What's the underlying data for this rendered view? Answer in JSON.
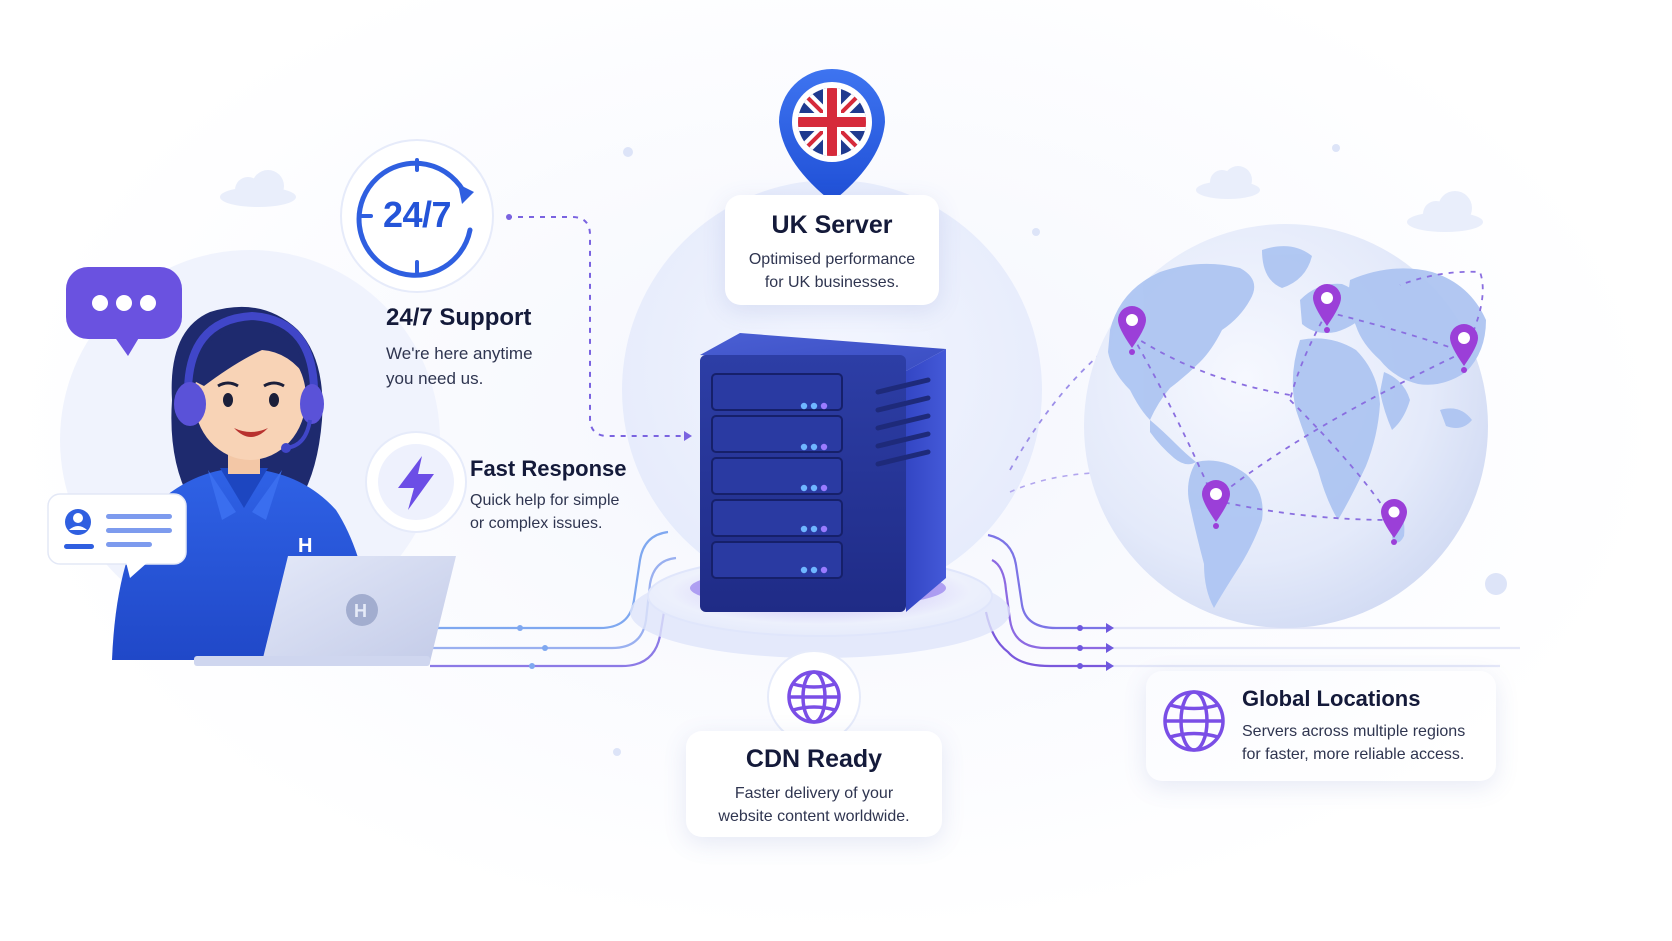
{
  "support": {
    "clock_text": "24/7",
    "title": "24/7 Support",
    "desc_line1": "We're here anytime",
    "desc_line2": "you need us.",
    "chat_dots": "•••",
    "agent_logo_letter": "H"
  },
  "fast_response": {
    "title": "Fast Response",
    "desc_line1": "Quick help for simple",
    "desc_line2": "or complex issues."
  },
  "uk_server": {
    "title": "UK Server",
    "desc_line1": "Optimised performance",
    "desc_line2": "for UK businesses."
  },
  "cdn": {
    "title": "CDN Ready",
    "desc_line1": "Faster delivery of your",
    "desc_line2": "website content worldwide."
  },
  "global": {
    "title": "Global Locations",
    "desc_line1": "Servers across multiple regions",
    "desc_line2": "for faster, more reliable access."
  },
  "icons": {
    "clock": "clock-arrow-icon",
    "bolt": "lightning-bolt-icon",
    "flag": "uk-flag-pin-icon",
    "cdn_globe": "globe-icon",
    "global_globe": "globe-icon",
    "chat": "chat-bubble-icon",
    "profile": "profile-card-icon"
  },
  "colors": {
    "primary_blue": "#2f5fe0",
    "server_navy": "#23338f",
    "purple": "#7a4ee6",
    "pin_purple": "#9b3fd8",
    "text_dark": "#141a3a"
  }
}
